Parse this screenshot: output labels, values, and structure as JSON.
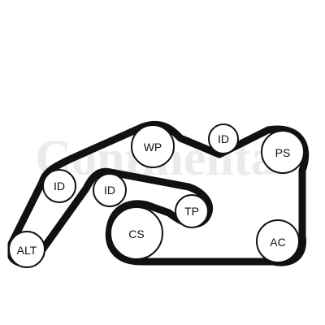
{
  "watermark": {
    "text": "Continental",
    "color": "#ebebeb"
  },
  "colors": {
    "belt": "#111111",
    "pulley_fill": "#ffffff",
    "text": "#111111"
  },
  "pulleys": [
    {
      "id": "wp",
      "label": "WP"
    },
    {
      "id": "id-top",
      "label": "ID"
    },
    {
      "id": "ps",
      "label": "PS"
    },
    {
      "id": "id-left",
      "label": "ID"
    },
    {
      "id": "id-mid",
      "label": "ID"
    },
    {
      "id": "tp",
      "label": "TP"
    },
    {
      "id": "cs",
      "label": "CS"
    },
    {
      "id": "ac",
      "label": "AC"
    },
    {
      "id": "alt",
      "label": "ALT"
    }
  ]
}
